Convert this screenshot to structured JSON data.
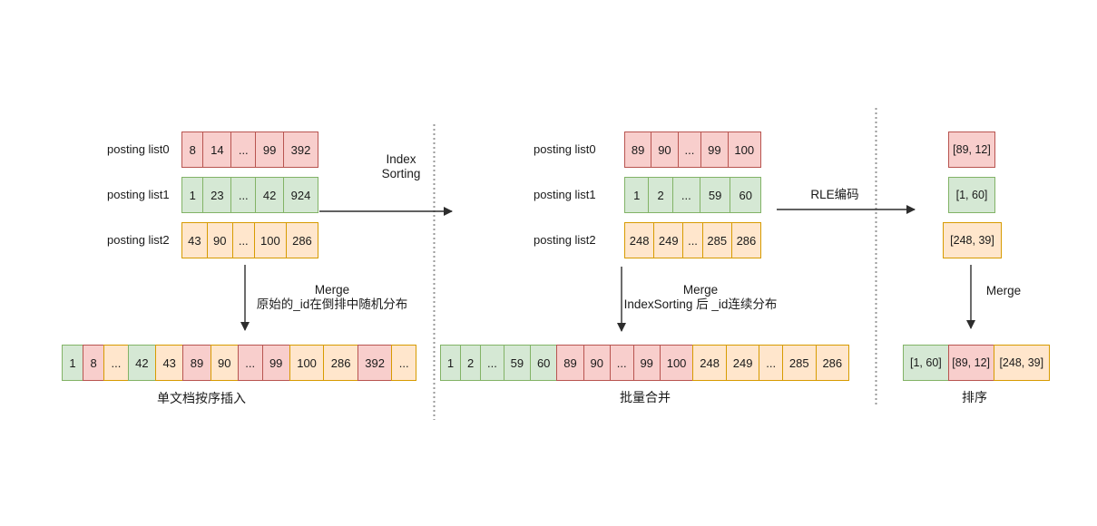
{
  "colors": {
    "pink_fill": "#f8cecc",
    "pink_stroke": "#b85450",
    "green_fill": "#d5e8d4",
    "green_stroke": "#82b366",
    "orange_fill": "#ffe6cc",
    "orange_stroke": "#d79b00",
    "separator": "#999999",
    "arrow": "#2d2d2d"
  },
  "left": {
    "lists": [
      {
        "label": "posting list0",
        "cells": [
          {
            "v": "8",
            "c": "pink"
          },
          {
            "v": "14",
            "c": "pink"
          },
          {
            "v": "...",
            "c": "pink"
          },
          {
            "v": "99",
            "c": "pink"
          },
          {
            "v": "392",
            "c": "pink"
          }
        ]
      },
      {
        "label": "posting list1",
        "cells": [
          {
            "v": "1",
            "c": "green"
          },
          {
            "v": "23",
            "c": "green"
          },
          {
            "v": "...",
            "c": "green"
          },
          {
            "v": "42",
            "c": "green"
          },
          {
            "v": "924",
            "c": "green"
          }
        ]
      },
      {
        "label": "posting list2",
        "cells": [
          {
            "v": "43",
            "c": "orange"
          },
          {
            "v": "90",
            "c": "orange"
          },
          {
            "v": "...",
            "c": "orange"
          },
          {
            "v": "100",
            "c": "orange"
          },
          {
            "v": "286",
            "c": "orange"
          }
        ]
      }
    ],
    "transition_line1": "Index",
    "transition_line2": "Sorting",
    "merge_title": "Merge",
    "merge_desc": "原始的_id在倒排中随机分布",
    "merged_cells": [
      {
        "v": "1",
        "c": "green"
      },
      {
        "v": "8",
        "c": "pink"
      },
      {
        "v": "...",
        "c": "orange"
      },
      {
        "v": "42",
        "c": "green"
      },
      {
        "v": "43",
        "c": "orange"
      },
      {
        "v": "89",
        "c": "pink"
      },
      {
        "v": "90",
        "c": "orange"
      },
      {
        "v": "...",
        "c": "pink"
      },
      {
        "v": "99",
        "c": "pink"
      },
      {
        "v": "100",
        "c": "orange"
      },
      {
        "v": "286",
        "c": "orange"
      },
      {
        "v": "392",
        "c": "pink"
      },
      {
        "v": "...",
        "c": "orange"
      }
    ],
    "caption": "单文档按序插入"
  },
  "middle": {
    "lists": [
      {
        "label": "posting list0",
        "cells": [
          {
            "v": "89",
            "c": "pink"
          },
          {
            "v": "90",
            "c": "pink"
          },
          {
            "v": "...",
            "c": "pink"
          },
          {
            "v": "99",
            "c": "pink"
          },
          {
            "v": "100",
            "c": "pink"
          }
        ]
      },
      {
        "label": "posting list1",
        "cells": [
          {
            "v": "1",
            "c": "green"
          },
          {
            "v": "2",
            "c": "green"
          },
          {
            "v": "...",
            "c": "green"
          },
          {
            "v": "59",
            "c": "green"
          },
          {
            "v": "60",
            "c": "green"
          }
        ]
      },
      {
        "label": "posting list2",
        "cells": [
          {
            "v": "248",
            "c": "orange"
          },
          {
            "v": "249",
            "c": "orange"
          },
          {
            "v": "...",
            "c": "orange"
          },
          {
            "v": "285",
            "c": "orange"
          },
          {
            "v": "286",
            "c": "orange"
          }
        ]
      }
    ],
    "transition_label": "RLE编码",
    "merge_title": "Merge",
    "merge_desc": "IndexSorting 后 _id连续分布",
    "merged_cells": [
      {
        "v": "1",
        "c": "green"
      },
      {
        "v": "2",
        "c": "green"
      },
      {
        "v": "...",
        "c": "green"
      },
      {
        "v": "59",
        "c": "green"
      },
      {
        "v": "60",
        "c": "green"
      },
      {
        "v": "89",
        "c": "pink"
      },
      {
        "v": "90",
        "c": "pink"
      },
      {
        "v": "...",
        "c": "pink"
      },
      {
        "v": "99",
        "c": "pink"
      },
      {
        "v": "100",
        "c": "pink"
      },
      {
        "v": "248",
        "c": "orange"
      },
      {
        "v": "249",
        "c": "orange"
      },
      {
        "v": "...",
        "c": "orange"
      },
      {
        "v": "285",
        "c": "orange"
      },
      {
        "v": "286",
        "c": "orange"
      }
    ],
    "caption": "批量合并"
  },
  "right": {
    "boxes": [
      {
        "v": "[89, 12]",
        "c": "pink"
      },
      {
        "v": "[1, 60]",
        "c": "green"
      },
      {
        "v": "[248, 39]",
        "c": "orange"
      }
    ],
    "merge_title": "Merge",
    "merged_cells": [
      {
        "v": "[1, 60]",
        "c": "green"
      },
      {
        "v": "[89, 12]",
        "c": "pink"
      },
      {
        "v": "[248, 39]",
        "c": "orange"
      }
    ],
    "caption": "排序"
  }
}
